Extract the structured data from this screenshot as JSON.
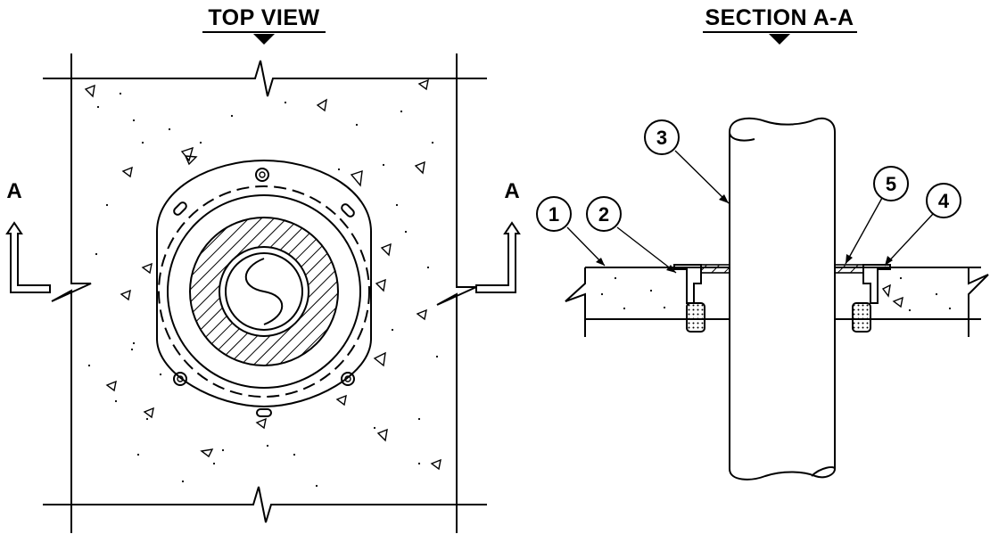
{
  "top_view": {
    "title": "TOP VIEW",
    "section_marker_left": "A",
    "section_marker_right": "A"
  },
  "section_view": {
    "title": "SECTION A-A",
    "callouts": [
      {
        "number": "1"
      },
      {
        "number": "2"
      },
      {
        "number": "3"
      },
      {
        "number": "4"
      },
      {
        "number": "5"
      }
    ]
  },
  "colors": {
    "line": "#000000",
    "background": "#ffffff"
  }
}
